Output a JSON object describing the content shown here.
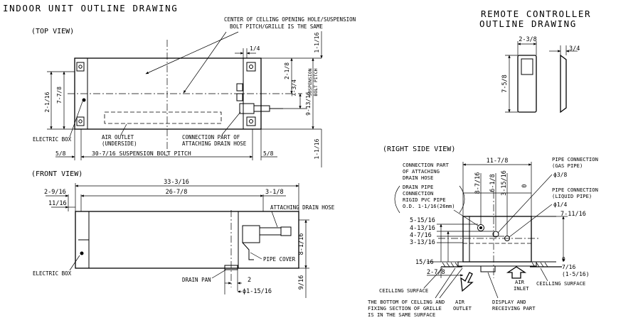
{
  "titles": {
    "indoor": "INDOOR UNIT OUTLINE DRAWING",
    "remote_line1": "REMOTE CONTROLLER",
    "remote_line2": "OUTLINE DRAWING"
  },
  "views": {
    "top": "(TOP VIEW)",
    "front": "(FRONT VIEW)",
    "right": "(RIGHT SIDE VIEW)"
  },
  "top_view": {
    "note_line1": "CENTER OF CELLING OPENING HOLE/SUSPENSION",
    "note_line2": "BOLT PITCH/GRILLE IS THE SAME",
    "dim_quarter": "1/4",
    "dim_2_1_8": "2-1/8",
    "dim_1_1_16": "1-1/16",
    "dim_7_3_4": "7-3/4",
    "dim_9_13_16": "9-13/16",
    "susp_line1": "SUSPENSION",
    "susp_line2": "BOLT PITCH",
    "dim_2_1_16": "2-1/16",
    "dim_7_7_8": "7-7/8",
    "electric_box": "ELECTRIC BOX",
    "air_outlet_line1": "AIR OUTLET",
    "air_outlet_line2": "(UNDERSIDE)",
    "conn_line1": "CONNECTION PART OF",
    "conn_line2": "ATTACHING DRAIN HOSE",
    "dim_5_8_left": "5/8",
    "pitch": "30-7/16 SUSPENSION BOLT PITCH",
    "dim_5_8_right": "5/8",
    "dim_1_1_16_side": "1-1/16"
  },
  "front_view": {
    "dim_33_3_16": "33-3/16",
    "dim_26_7_8": "26-7/8",
    "dim_2_9_16": "2-9/16",
    "dim_3_1_8": "3-1/8",
    "dim_11_16": "11/16",
    "attaching_drain_hose": "ATTACHING DRAIN HOSE",
    "pipe_cover": "PIPE COVER",
    "dim_8_1_16": "8-1/16",
    "electric_box": "ELECTRIC BOX",
    "drain_pan": "DRAIN PAN",
    "dim_2": "2",
    "dim_dia": "ϕ1-15/16",
    "dim_9_16": "9/16"
  },
  "remote": {
    "dim_2_3_8": "2-3/8",
    "dim_3_4": "3/4",
    "dim_7_5_8": "7-5/8"
  },
  "side_view": {
    "dim_11_7_8": "11-7/8",
    "dim_8_7_16": "8-7/16",
    "dim_6_1_8": "6-1/8",
    "dim_3_15_16": "3-15/16",
    "dim_0_top": "0",
    "conn_lines": [
      "CONNECTION PART",
      "OF ATTACHING",
      "DRAIN HOSE",
      "DRAIN PIPE",
      "CONNECTION",
      "RIGID PVC PIPE",
      "O.D. 1-1/16(26mm)"
    ],
    "pipe_gas_line1": "PIPE CONNECTION",
    "pipe_gas_line2": "(GAS PIPE)",
    "pipe_gas_dia": "ϕ3/8",
    "pipe_liq_line1": "PIPE CONNECTION",
    "pipe_liq_line2": "(LIQUID PIPE)",
    "pipe_liq_dia": "ϕ1/4",
    "dim_7_11_16": "7-11/16",
    "dim_5_15_16": "5-15/16",
    "dim_4_13_16": "4-13/16",
    "dim_4_7_16": "4-7/16",
    "dim_3_13_16": "3-13/16",
    "dim_15_16": "15/16",
    "dim_0_right": "0",
    "dim_7_16": "7/16",
    "dim_1_5_16": "(1-5/16)",
    "dim_2_7_8": "2-7/8",
    "air_inlet_line1": "AIR",
    "air_inlet_line2": "INLET",
    "ceiling_surface_right": "CEILLING SURFACE",
    "ceiling_surface_left": "CEILLING SURFACE",
    "bottom_line1": "THE BOTTOM OF CELLING AND",
    "bottom_line2": "FIXING SECTION OF GRILLE",
    "bottom_line3": "IS IN THE SAME SURFACE",
    "air_outlet_line1": "AIR",
    "air_outlet_line2": "OUTLET",
    "display_line1": "DISPLAY AND",
    "display_line2": "RECEIVING PART"
  }
}
